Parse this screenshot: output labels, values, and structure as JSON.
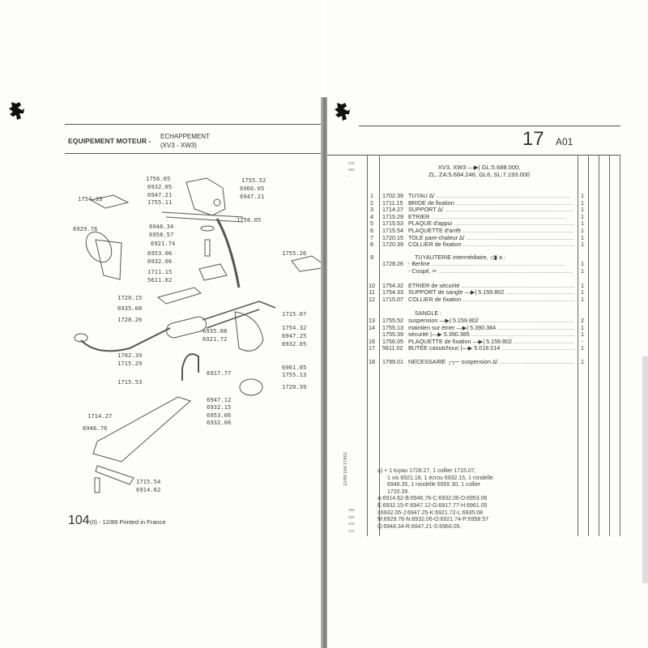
{
  "left_page": {
    "logo": "peugeot-lion-logo",
    "title_main": "EQUIPEMENT MOTEUR -",
    "title_sub_1": "ECHAPPEMENT",
    "title_sub_2": "(XV3 - XW3)",
    "callouts": [
      "1756.05",
      "6932.05",
      "6947.21",
      "1755.11",
      "1754.33",
      "1755.52",
      "6966.05",
      "6947.21",
      "1756.05",
      "6929.76",
      "6948.34",
      "6958.57",
      "6921.74",
      "6953.06",
      "6932.06",
      "1711.15",
      "5611.02",
      "1755.26",
      "1720.15",
      "6935.08",
      "1728.26",
      "1715.07",
      "1754.32",
      "6935.08",
      "6947.25",
      "6921.72",
      "6932.05",
      "1702.39",
      "1715.29",
      "6961.05",
      "6917.77",
      "1755.13",
      "1715.53",
      "1720.39",
      "6947.12",
      "6932.15",
      "1714.27",
      "6953.06",
      "6932.06",
      "6946.76",
      "1715.54",
      "6914.62"
    ],
    "footer_page": "104",
    "footer_rest": "(0) - 12/89 Printed in France"
  },
  "right_page": {
    "logo": "peugeot-lion-logo",
    "section_number": "17",
    "section_code": "A01",
    "margin_top": [
      "040",
      "050",
      ".."
    ],
    "margin_bottom": [
      "380",
      "390",
      "400",
      "410"
    ],
    "vertical_ref": "12/89  104  17A01",
    "header_line_1": "XV3, XW3 —▶| GL:5.688.000,",
    "header_line_2": "ZL, ZA:5.684.246, GL6, SL:7.193.000",
    "rows": [
      {
        "n": "1",
        "ref": "1702.39",
        "desc": "TUYAU ∆/",
        "qty": "1"
      },
      {
        "n": "2",
        "ref": "1711.15",
        "desc": "BRIDE de fixation",
        "qty": "1"
      },
      {
        "n": "3",
        "ref": "1714.27",
        "desc": "SUPPORT ∆/",
        "qty": "1"
      },
      {
        "n": "4",
        "ref": "1715.29",
        "desc": "ETRIER",
        "qty": "1"
      },
      {
        "n": "5",
        "ref": "1715.53",
        "desc": "PLAQUE d'appui",
        "qty": "1"
      },
      {
        "n": "6",
        "ref": "1715.54",
        "desc": "PLAQUETTE d'arrêt",
        "qty": "1"
      },
      {
        "n": "7",
        "ref": "1720.15",
        "desc": "TOLE pare-chaleur ∆/",
        "qty": "1"
      },
      {
        "n": "8",
        "ref": "1720.39",
        "desc": "COLLIER de fixation",
        "qty": "1"
      },
      {
        "n": "9",
        "ref": "",
        "desc": "TUYAUTERIE intermédiaire, ◁▮ a :",
        "qty": ""
      },
      {
        "n": "",
        "ref": "1728.26",
        "desc": "- Berline",
        "qty": "1"
      },
      {
        "n": "",
        "ref": "",
        "desc": "- Coupé, ✂",
        "qty": "1"
      },
      {
        "n": "10",
        "ref": "1754.32",
        "desc": "ETRIER de sécurité",
        "qty": "1"
      },
      {
        "n": "11",
        "ref": "1754.33",
        "desc": "SUPPORT de sangle —▶| 5.159.802",
        "qty": "1"
      },
      {
        "n": "12",
        "ref": "1715.07",
        "desc": "COLLIER de fixation",
        "qty": "1"
      },
      {
        "n": "",
        "ref": "",
        "desc": "SANGLE :",
        "qty": ""
      },
      {
        "n": "13",
        "ref": "1755.52",
        "desc": "suspension —▶| 5.159.802",
        "qty": "2"
      },
      {
        "n": "14",
        "ref": "1755.13",
        "desc": "maintien sur étrier —▶| 5.390.384",
        "qty": "1"
      },
      {
        "n": "",
        "ref": "1755.39",
        "desc": "sécurité |—▶ 5.390.385",
        "qty": "1"
      },
      {
        "n": "16",
        "ref": "1756.05",
        "desc": "PLAQUETTE de fixation —▶| 5.159.802",
        "qty": "-"
      },
      {
        "n": "17",
        "ref": "5611.02",
        "desc": "BUTEE caoutchouc |—▶ 5.018.014",
        "qty": "1"
      },
      {
        "n": "18",
        "ref": "1799.01",
        "desc": "NECESSAIRE ┌┬─ suspension ∆/",
        "qty": "1"
      }
    ],
    "notes": [
      "a)  +  1 tuyau 1728.27, 1 collier 1715.07,",
      "1 vis 6921.18, 1 écrou 6932.15, 1 rondelle",
      "6948.35, 1 rondelle 6955.30, 1 collier",
      "1720.39.",
      "A:6914.62-B:6946.76-C:6932.06-D:6953.06",
      "E:6932.15-F:6947.12-G:6917.77-H:6961.05",
      "I:6932.05-J:6947.25-K:6921.72-L:6935.08",
      "M:6929.76-N:6932.06-O:6921.74-P:6958.57",
      "Q:6948.34-R:6947.21-S:6966.05."
    ]
  }
}
